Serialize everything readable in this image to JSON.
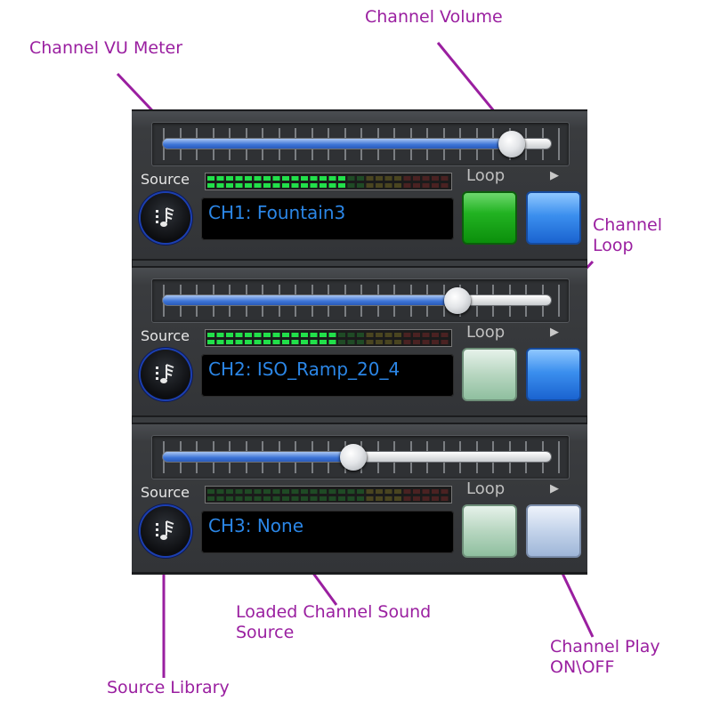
{
  "annotations": {
    "channel_volume": "Channel Volume",
    "channel_vu_meter": "Channel VU Meter",
    "channel_loop": "Channel\nLoop",
    "loaded_source": "Loaded Channel Sound\nSource",
    "channel_play": "Channel Play\nON\\OFF",
    "source_library": "Source Library",
    "color": "#9a1fa0"
  },
  "labels": {
    "source": "Source",
    "loop": "Loop",
    "play_arrow": "▶"
  },
  "icons": {
    "source_library": "music-library-icon",
    "play": "play-arrow-icon"
  },
  "channels": [
    {
      "name": "CH1: Fountain3",
      "volume": 0.9,
      "vu_level": 0.57,
      "loop_on": true,
      "play_on": true
    },
    {
      "name": "CH2: ISO_Ramp_20_4",
      "volume": 0.76,
      "vu_level": 0.52,
      "loop_on": false,
      "play_on": true
    },
    {
      "name": "CH3: None",
      "volume": 0.49,
      "vu_level": 0.0,
      "loop_on": false,
      "play_on": false
    }
  ],
  "colors": {
    "channel_name": "#2b86e6",
    "vu_green": "#22e04a",
    "vu_green_off": "#1f4a25",
    "vu_yellow_off": "#4a4520",
    "vu_red_off": "#4a2222"
  }
}
